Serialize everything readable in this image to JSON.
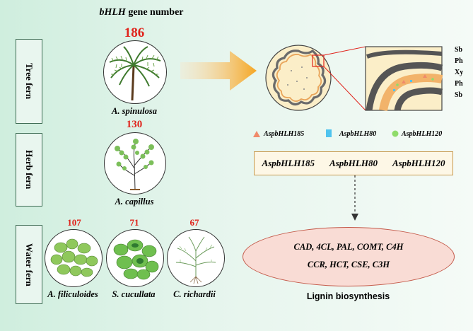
{
  "header": {
    "gene_prefix": "bHLH",
    "gene_suffix": " gene number"
  },
  "categories": {
    "tree_fern": "Tree fern",
    "herb_fern": "Herb fern",
    "water_fern": "Water fern"
  },
  "species": [
    {
      "name": "A. spinulosa",
      "count": "186"
    },
    {
      "name": "A. capillus",
      "count": "130"
    },
    {
      "name": "A. filiculoides",
      "count": "107"
    },
    {
      "name": "S. cucullata",
      "count": "71"
    },
    {
      "name": "C. richardii",
      "count": "67"
    }
  ],
  "tissue_labels": [
    "Sb",
    "Ph",
    "Xy",
    "Ph",
    "Sb"
  ],
  "legend": [
    {
      "label": "AspbHLH185",
      "shape": "triangle",
      "color": "#f08a6a"
    },
    {
      "label": "AspbHLH80",
      "shape": "square",
      "color": "#4fc3ee"
    },
    {
      "label": "AspbHLH120",
      "shape": "circle",
      "color": "#8fdc6a"
    }
  ],
  "genes": [
    "AspbHLH185",
    "AspbHLH80",
    "AspbHLH120"
  ],
  "lignin_genes": {
    "line1": "CAD, 4CL, PAL, COMT, C4H",
    "line2": "CCR, HCT, CSE, C3H"
  },
  "pathway_title": "Lignin biosynthesis",
  "colors": {
    "count_red": "#e0231b",
    "arrow_orange": "#f5a623",
    "box_border": "#3d6b53"
  }
}
